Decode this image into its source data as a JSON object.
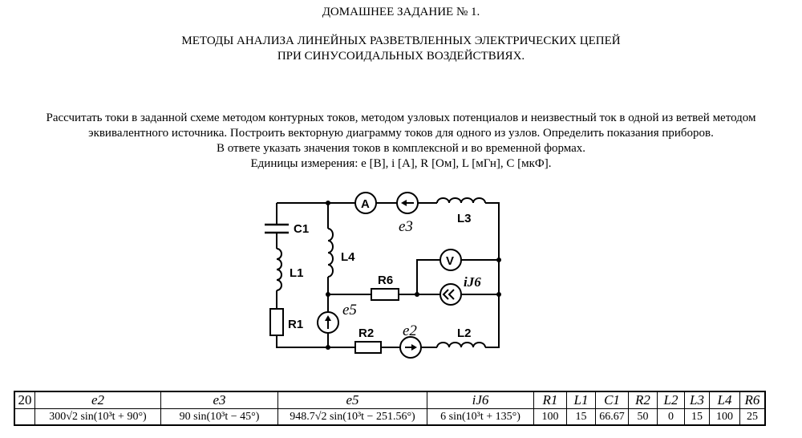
{
  "title": "ДОМАШНЕЕ ЗАДАНИЕ  № 1.",
  "subtitle_line1": "МЕТОДЫ АНАЛИЗА ЛИНЕЙНЫХ РАЗВЕТВЛЕННЫХ ЭЛЕКТРИЧЕСКИХ ЦЕПЕЙ",
  "subtitle_line2": "ПРИ СИНУСОИДАЛЬНЫХ ВОЗДЕЙСТВИЯХ.",
  "task_line1": "Рассчитать токи  в заданной схеме методом контурных токов, методом узловых потенциалов и неизвестный ток в одной из ветвей методом",
  "task_line2": "эквивалентного источника. Построить векторную диаграмму токов для одного из узлов. Определить показания приборов.",
  "task_line3": "В ответе указать значения токов в комплексной и во временной формах.",
  "units": "Единицы измерения: e [В], i [А], R [Ом], L [мГн], C [мкФ].",
  "circuit_labels": {
    "C1": "C1",
    "L1": "L1",
    "R1": "R1",
    "L4": "L4",
    "R6": "R6",
    "e5": "e5",
    "R2": "R2",
    "e2": "e2",
    "L2": "L2",
    "L3": "L3",
    "e3": "e3",
    "iJ6": "iJ6",
    "ammeter": "A",
    "voltmeter": "V"
  },
  "table": {
    "variant": "20",
    "headers": [
      "e2",
      "e3",
      "e5",
      "iJ6",
      "R1",
      "L1",
      "C1",
      "R2",
      "L2",
      "L3",
      "L4",
      "R6"
    ],
    "values": [
      "300√2 sin(10³t + 90°)",
      "90 sin(10³t − 45°)",
      "948.7√2 sin(10³t − 251.56°)",
      "6 sin(10³t + 135°)",
      "100",
      "15",
      "66.67",
      "50",
      "0",
      "15",
      "100",
      "25"
    ]
  }
}
